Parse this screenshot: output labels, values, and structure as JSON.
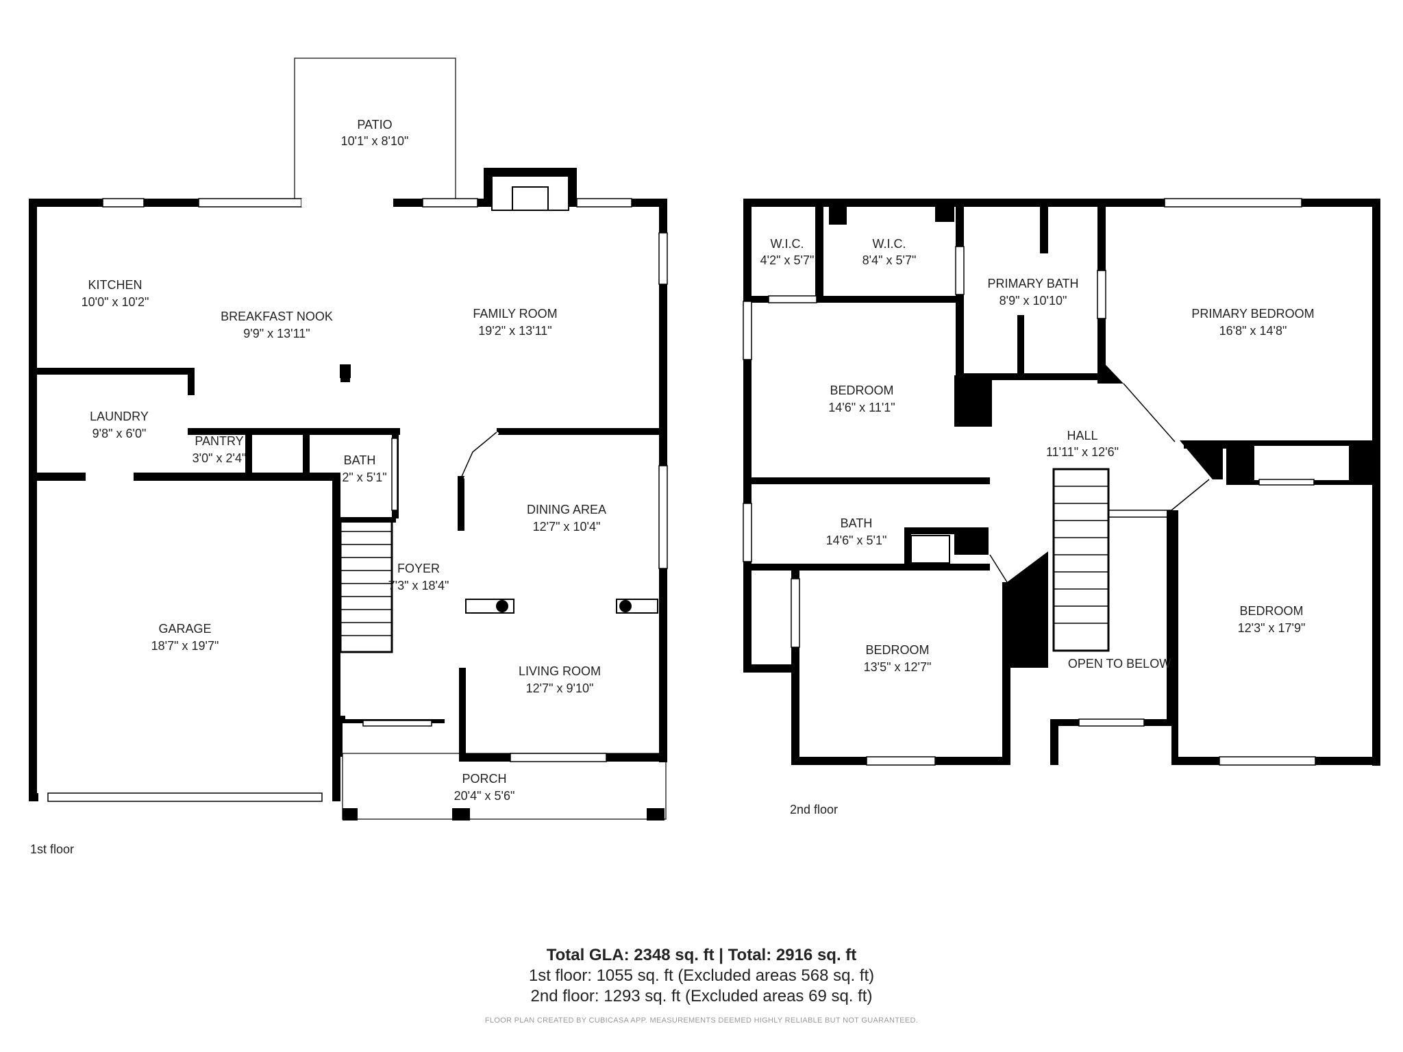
{
  "rooms": {
    "patio": {
      "name": "PATIO",
      "dim": "10'1\" x 8'10\""
    },
    "kitchen": {
      "name": "KITCHEN",
      "dim": "10'0\" x 10'2\""
    },
    "breakfast_nook": {
      "name": "BREAKFAST NOOK",
      "dim": "9'9\" x 13'11\""
    },
    "family_room": {
      "name": "FAMILY ROOM",
      "dim": "19'2\" x 13'11\""
    },
    "laundry": {
      "name": "LAUNDRY",
      "dim": "9'8\" x 6'0\""
    },
    "pantry": {
      "name": "PANTRY",
      "dim": "3'0\" x 2'4\""
    },
    "bath_1": {
      "name": "BATH",
      "dim": "2\" x 5'1\""
    },
    "dining_area": {
      "name": "DINING AREA",
      "dim": "12'7\" x 10'4\""
    },
    "foyer": {
      "name": "FOYER",
      "dim": "7'3\" x 18'4\""
    },
    "garage": {
      "name": "GARAGE",
      "dim": "18'7\" x 19'7\""
    },
    "living_room": {
      "name": "LIVING ROOM",
      "dim": "12'7\" x 9'10\""
    },
    "porch": {
      "name": "PORCH",
      "dim": "20'4\" x 5'6\""
    },
    "wic_1": {
      "name": "W.I.C.",
      "dim": "4'2\" x 5'7\""
    },
    "wic_2": {
      "name": "W.I.C.",
      "dim": "8'4\" x 5'7\""
    },
    "primary_bath": {
      "name": "PRIMARY BATH",
      "dim": "8'9\" x 10'10\""
    },
    "primary_bedroom": {
      "name": "PRIMARY BEDROOM",
      "dim": "16'8\" x 14'8\""
    },
    "bedroom_1": {
      "name": "BEDROOM",
      "dim": "14'6\" x 11'1\""
    },
    "hall": {
      "name": "HALL",
      "dim": "11'11\" x 12'6\""
    },
    "bath_2": {
      "name": "BATH",
      "dim": "14'6\" x 5'1\""
    },
    "bedroom_2": {
      "name": "BEDROOM",
      "dim": "12'3\" x 17'9\""
    },
    "bedroom_3": {
      "name": "BEDROOM",
      "dim": "13'5\" x 12'7\""
    },
    "open_to_below": {
      "name": "OPEN TO BELOW"
    }
  },
  "floors": {
    "first": "1st floor",
    "second": "2nd floor"
  },
  "summary": {
    "total": "Total GLA: 2348 sq. ft | Total: 2916 sq. ft",
    "first_floor": "1st floor: 1055 sq. ft (Excluded areas 568 sq. ft)",
    "second_floor": "2nd floor: 1293 sq. ft (Excluded areas 69 sq. ft)",
    "disclaimer": "FLOOR PLAN CREATED BY CUBICASA APP. MEASUREMENTS DEEMED HIGHLY RELIABLE BUT NOT GUARANTEED."
  },
  "colors": {
    "wall": "#000000",
    "window": "#ffffff",
    "thin_line": "#333333"
  }
}
